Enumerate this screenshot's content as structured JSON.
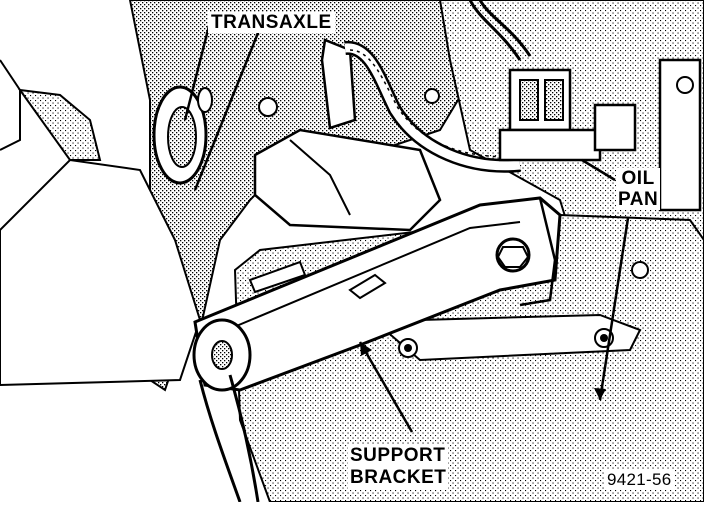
{
  "labels": {
    "transaxle": "TRANSAXLE",
    "oil_pan_line1": "OIL",
    "oil_pan_line2": "PAN",
    "support_bracket_line1": "SUPPORT",
    "support_bracket_line2": "BRACKET",
    "figure_number": "9421-56"
  },
  "colors": {
    "ink": "#000000",
    "paper": "#ffffff",
    "stipple": "#8a8a8a"
  }
}
